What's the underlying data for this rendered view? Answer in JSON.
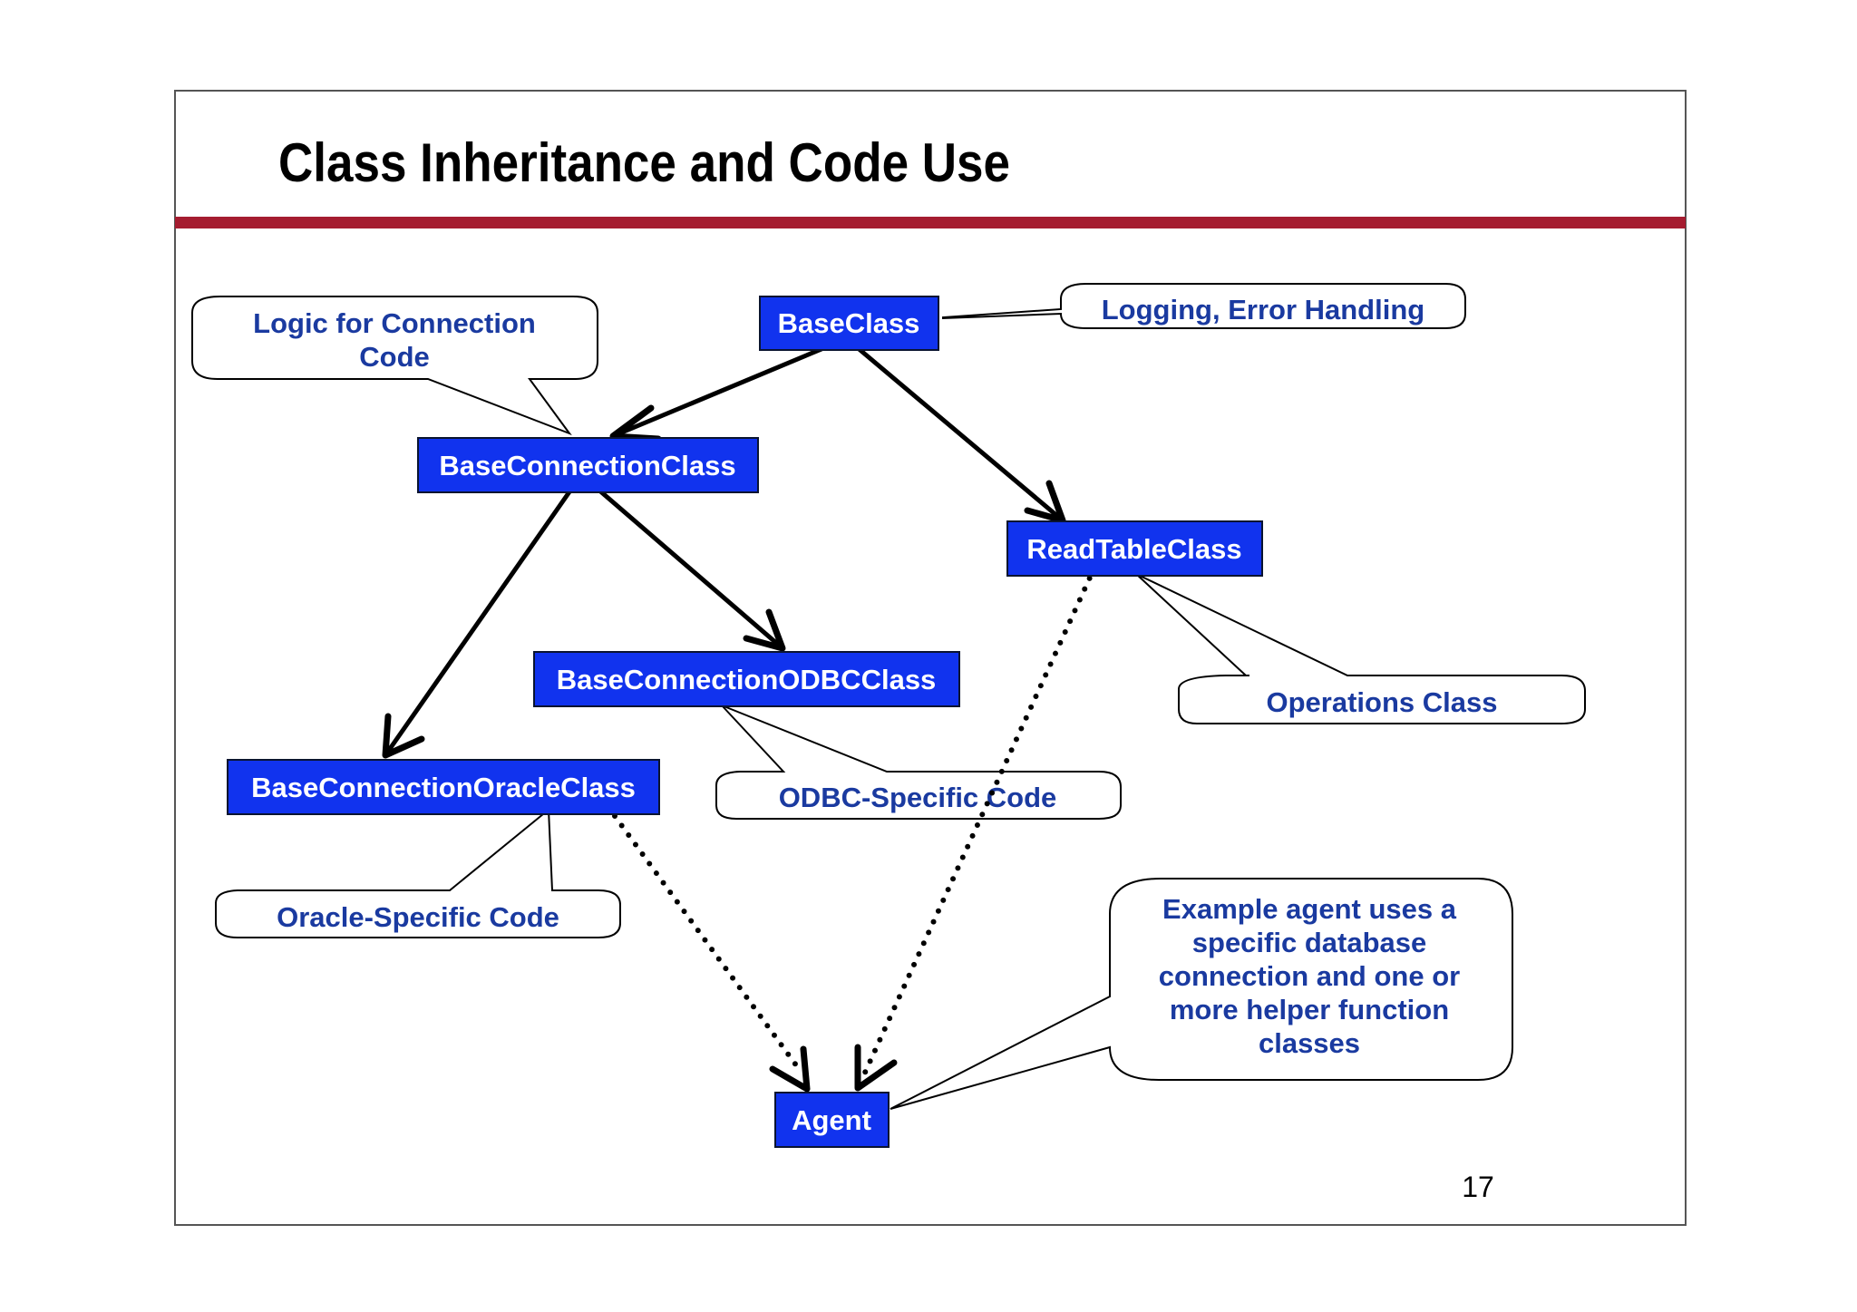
{
  "slide": {
    "title": "Class Inheritance and Code Use",
    "page_number": "17",
    "accent_color": "#a51c30",
    "class_box_color": "#1133ee",
    "callout_text_color": "#1a3aa0"
  },
  "classes": {
    "base": "BaseClass",
    "base_connection": "BaseConnectionClass",
    "read_table": "ReadTableClass",
    "base_connection_odbc": "BaseConnectionODBCClass",
    "base_connection_oracle": "BaseConnectionOracleClass",
    "agent": "Agent"
  },
  "callouts": {
    "connection_logic": [
      "Logic for Connection",
      "Code"
    ],
    "logging": "Logging, Error Handling",
    "operations": "Operations Class",
    "odbc_specific": "ODBC-Specific Code",
    "oracle_specific": "Oracle-Specific Code",
    "agent_example": [
      "Example agent uses a",
      "specific database",
      "connection and one or",
      "more helper function",
      "classes"
    ]
  }
}
